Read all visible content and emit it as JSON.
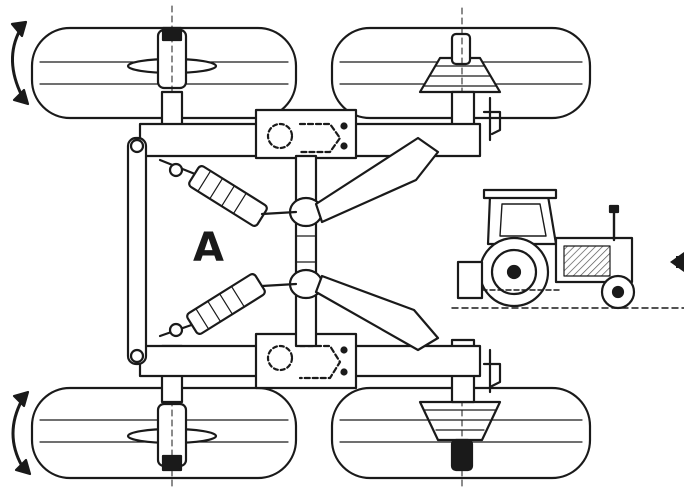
{
  "diagram": {
    "label": "A",
    "colors": {
      "ink": "#1a1a1a",
      "paper": "#ffffff",
      "hatch": "#555555"
    },
    "parts": {
      "wheels": [
        "front-left-wheel",
        "front-right-wheel",
        "rear-left-wheel",
        "rear-right-wheel"
      ],
      "rotation_indicators": [
        "rotation-arrow-front-left",
        "rotation-arrow-rear-left"
      ],
      "inset": "tractor-inset",
      "direction_marker": "direction-arrow-icon"
    }
  }
}
